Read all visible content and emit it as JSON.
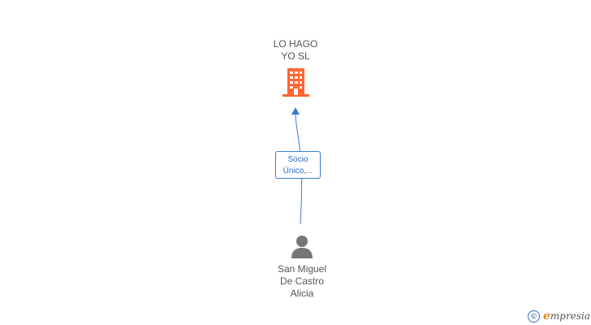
{
  "company": {
    "name_lines": [
      "LO HAGO",
      "YO SL"
    ],
    "icon": "building-icon",
    "color": "#ff6633"
  },
  "relation": {
    "label_lines": [
      "Socio",
      "Único,..."
    ],
    "color": "#3a7bd5"
  },
  "person": {
    "name_lines": [
      "San Miguel",
      "De Castro",
      "Alicia"
    ],
    "icon": "person-icon",
    "color": "#757575"
  },
  "brand": {
    "symbol": "©",
    "initial": "e",
    "name_rest": "mpresia"
  }
}
